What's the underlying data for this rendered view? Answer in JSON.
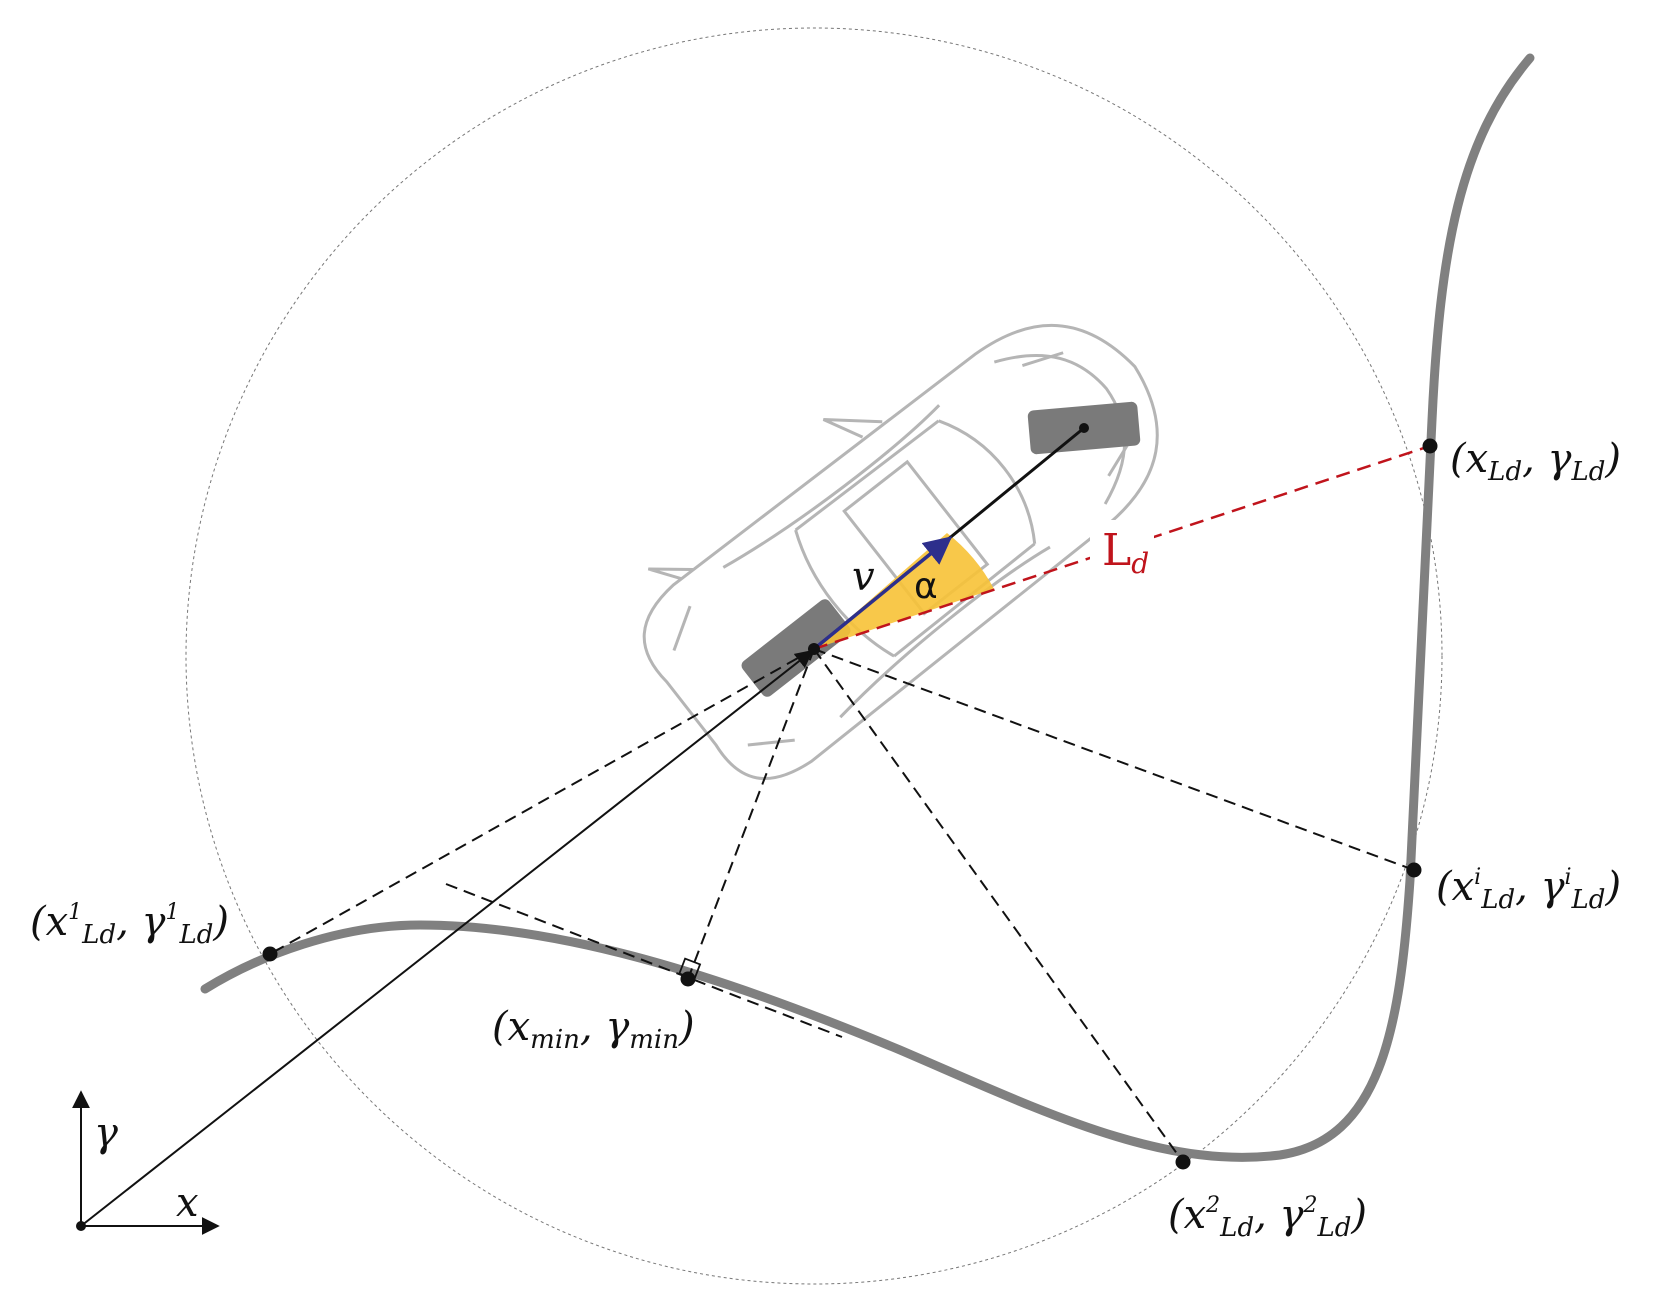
{
  "labels": {
    "lookahead_target": {
      "x": "x",
      "sub_x": "Ld",
      "sep": ",",
      "y": "γ",
      "sub_y": "Ld"
    },
    "intersection_1": {
      "x": "x",
      "sup_x": "1",
      "sub_x": "Ld",
      "sep": ",",
      "y": "γ",
      "sup_y": "1",
      "sub_y": "Ld"
    },
    "intersection_2": {
      "x": "x",
      "sup_x": "2",
      "sub_x": "Ld",
      "sep": ",",
      "y": "γ",
      "sup_y": "2",
      "sub_y": "Ld"
    },
    "intersection_i": {
      "x": "x",
      "sup_x": "i",
      "sub_x": "Ld",
      "sep": ",",
      "y": "γ",
      "sup_y": "i",
      "sub_y": "Ld"
    },
    "closest_point": {
      "x": "x",
      "sub_x": "min",
      "sep": ",",
      "y": "γ",
      "sub_y": "min"
    },
    "velocity": "v",
    "alpha": "α",
    "lookahead_distance": {
      "main": "L",
      "sub": "d"
    },
    "axis_x": "x",
    "axis_y": "γ"
  },
  "colors": {
    "path": "#808080",
    "car_outline": "#b5b5b5",
    "wheel": "#7a7a7a",
    "alpha_sector": "#f7c236",
    "lookahead_line": "#c0141c",
    "velocity_arrow": "#2d2f8c"
  }
}
